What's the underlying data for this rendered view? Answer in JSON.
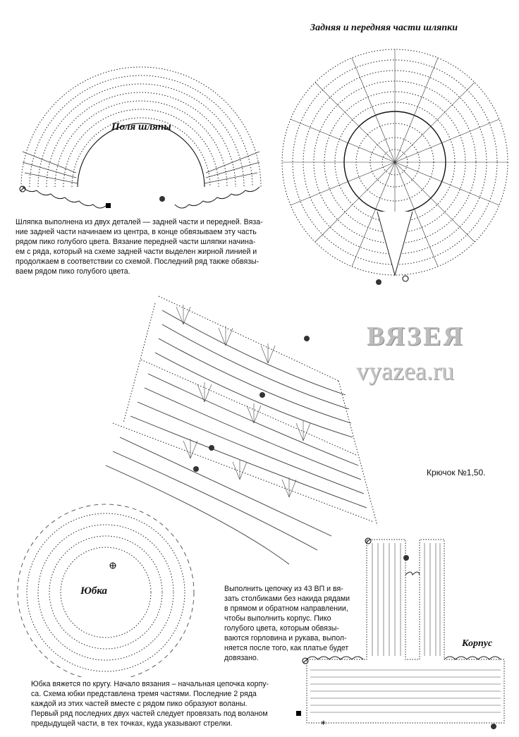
{
  "labels": {
    "brim": "Поля шляпы",
    "back_front": "Задняя и передняя части шляпки",
    "skirt": "Юбка",
    "bodice": "Корпус",
    "hook": "Крючок №1,50."
  },
  "watermark": {
    "title": "ВЯЗЕЯ",
    "url": "vyazea.ru"
  },
  "paragraphs": {
    "hat": [
      "Шляпка  выполнена из двух деталей — задней части и передней. Вяза-",
      "ние  задней части начинаем из центра,  в конце обвязываем эту часть",
      "рядом пико голубого цвета. Вязание передней части шляпки начина-",
      "ем с ряда, который на схеме задней части выделен жирной линией и",
      "продолжаем в соответствии со схемой. Последний ряд также обвязы-",
      "ваем рядом пико голубого цвета."
    ],
    "bodice": [
      "Выполнить цепочку из 43 ВП и вя-",
      "зать столбиками без накида рядами",
      "в прямом и обратном направлении,",
      "чтобы выполнить корпус. Пико",
      "голубого цвета, которым обвязы-",
      "ваются горловина и рукава, выпол-",
      "няется после того, как платье будет",
      "довязано."
    ],
    "skirt": [
      "Юбка вяжется по кругу. Начало вязания – начальная цепочка корпу-",
      "са. Схема юбки представлена тремя частями. Последние 2 ряда",
      "каждой из этих частей вместе с рядом пико образуют воланы.",
      "Первый ряд последних двух частей следует провязать под воланом",
      "предыдущей части, в тех точках, куда указывают стрелки."
    ]
  }
}
